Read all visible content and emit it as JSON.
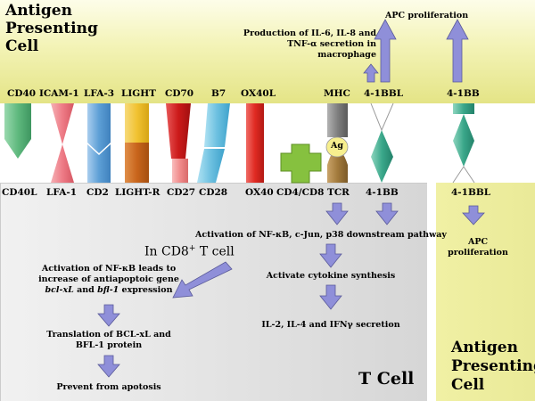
{
  "apc_top": {
    "line1": "Antigen",
    "line2": "Presenting",
    "line3": "Cell"
  },
  "top_annotations": {
    "cytokine_line1": "Production of IL-6, IL-8 and",
    "cytokine_line2": "TNF-α secretion in",
    "cytokine_line3": "macrophage",
    "apc_prolif": "APC proliferation"
  },
  "ligands": [
    "CD40",
    "ICAM-1",
    "LFA-3",
    "LIGHT",
    "CD70",
    "B7",
    "OX40L",
    "MHC",
    "4-1BBL",
    "4-1BB"
  ],
  "receptors": [
    "CD40L",
    "LFA-1",
    "CD2",
    "LIGHT-R",
    "CD27",
    "CD28",
    "OX40",
    "CD4/CD8",
    "TCR",
    "4-1BB",
    "4-1BBL"
  ],
  "antigen_label": "Ag",
  "tcell": {
    "pathway": "Activation of NF-κB, c-Jun, p38 downstream pathway",
    "cd8_in": "In CD8",
    "cd8_sup": "+",
    "cd8_rest": " T cell",
    "nfkb_line1": "Activation of NF-κB leads to",
    "nfkb_line2": "increase of antiapoptoic gene",
    "nfkb_gene1": "bcl-xL",
    "nfkb_and": " and ",
    "nfkb_gene2": "bfl-1",
    "nfkb_expr": " expression",
    "translation_line1": "Translation of BCL-xL and",
    "translation_line2": "BFL-1 protein",
    "prevent": "Prevent from apotosis",
    "cytokine_synthesis": "Activate cytokine synthesis",
    "secretion": "IL-2, IL-4 and IFNγ secretion",
    "title": "T Cell"
  },
  "apc_right": {
    "prolif_line1": "APC",
    "prolif_line2": "proliferation",
    "line1": "Antigen",
    "line2": "Presenting",
    "line3": "Cell"
  },
  "colors": {
    "cd40": "#5fb97e",
    "icam": "#ee7b86",
    "lfa3": "#5d9fd6",
    "light_top": "#f1c232",
    "light_bottom": "#c8651c",
    "cd70": "#cc1a1a",
    "cd27": "#f08a8a",
    "b7": "#6cc0e0",
    "ox40": "#e02a22",
    "cd4cd8": "#86c13f",
    "mhc": "#7f7f7f",
    "tcr": "#a27a3c",
    "ag": "#f7ef8e",
    "bb": "#3aa78a",
    "arrow": "#8f8fd9",
    "arrow_stroke": "#5a5a99"
  }
}
